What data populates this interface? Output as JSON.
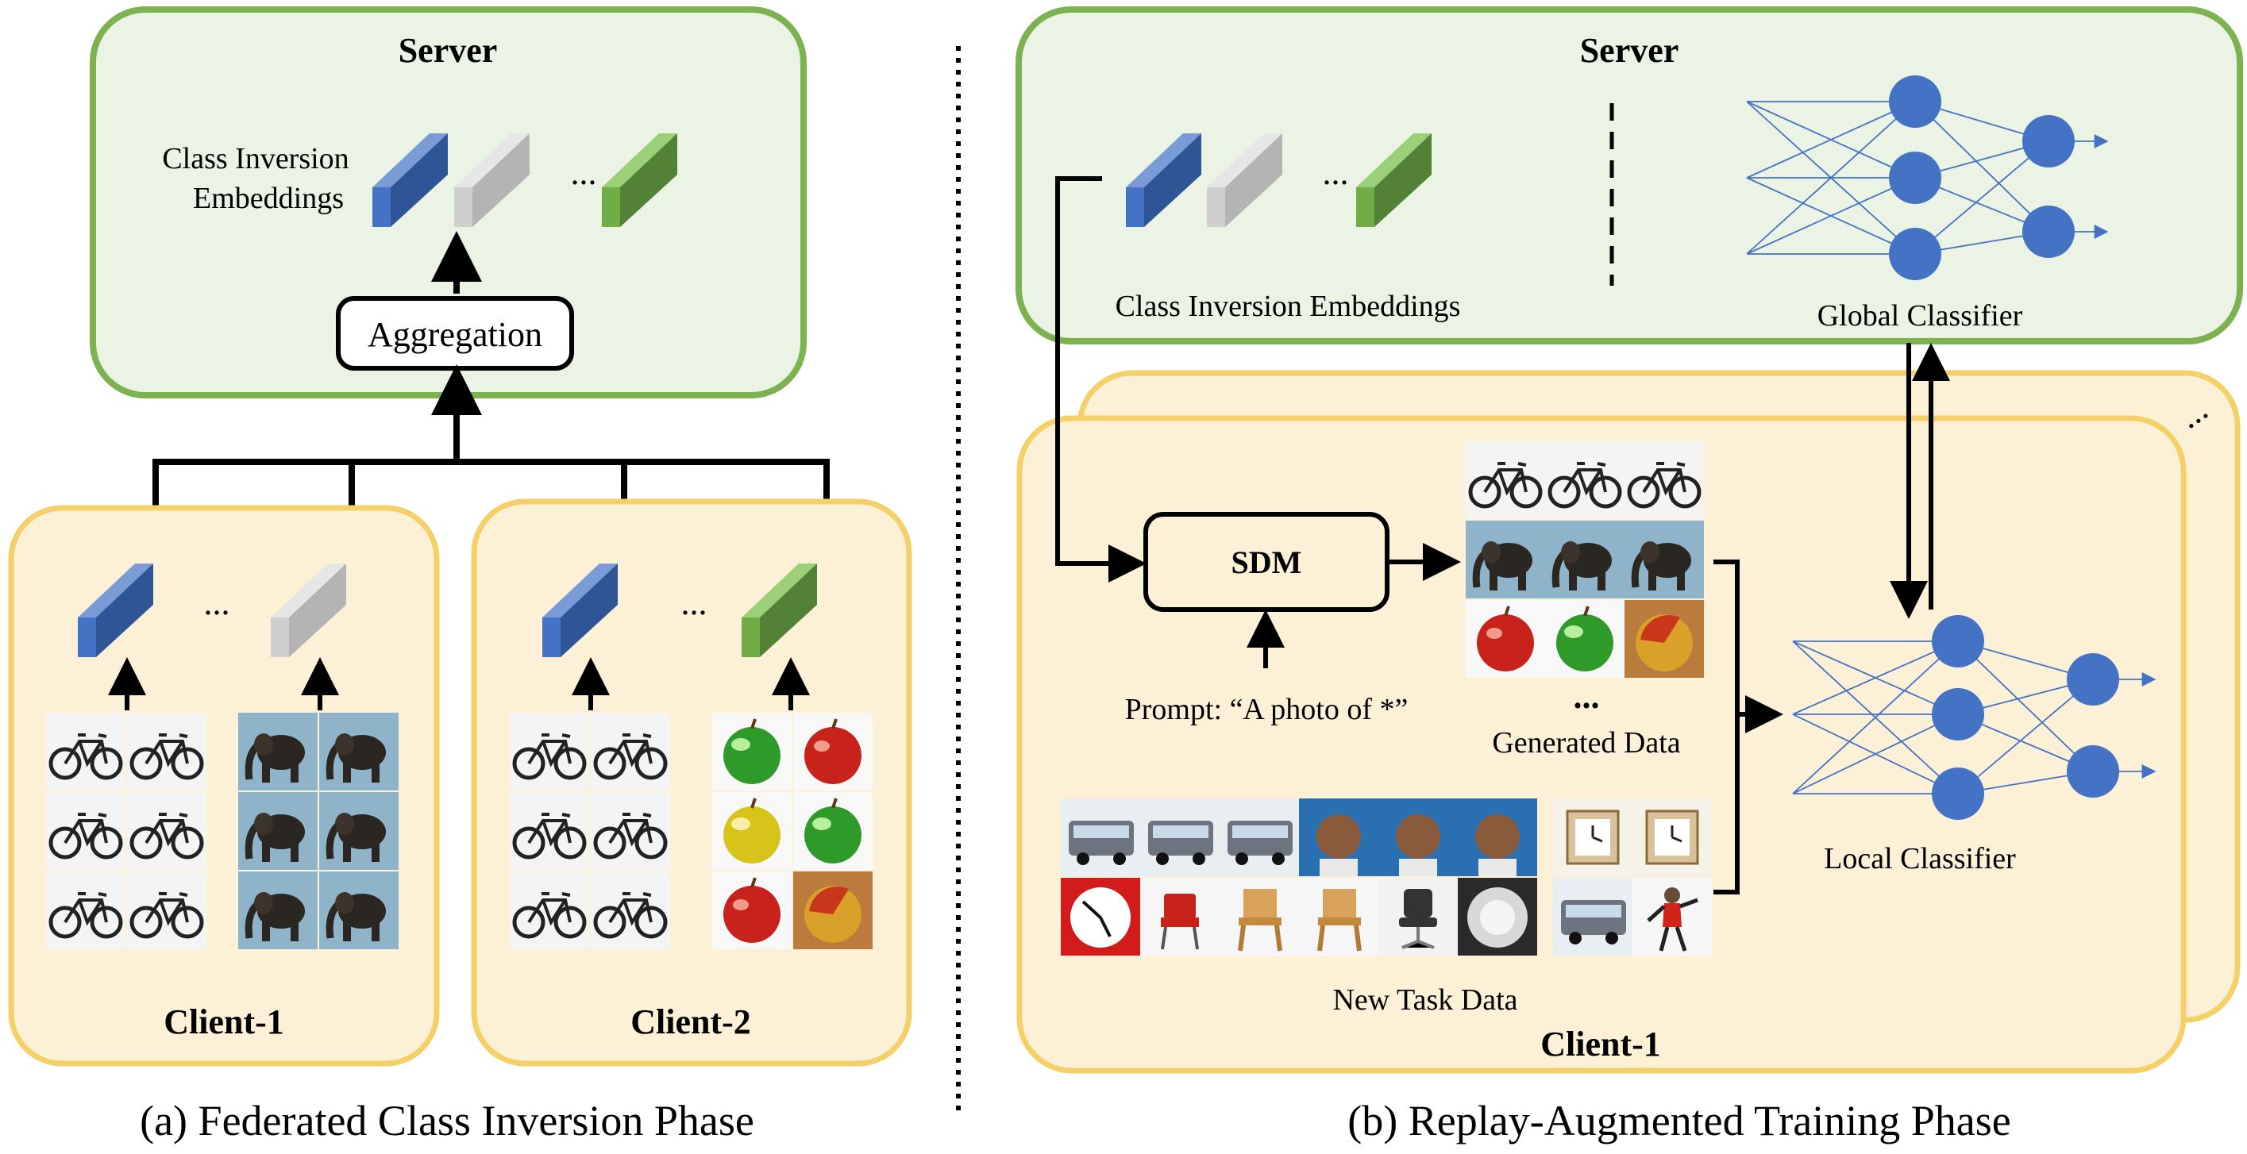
{
  "panel_a": {
    "server_title": "Server",
    "embeddings_label_line1": "Class Inversion",
    "embeddings_label_line2": "Embeddings",
    "ellipsis": "...",
    "aggregation": "Aggregation",
    "client1": "Client-1",
    "client2": "Client-2",
    "caption": "(a) Federated Class Inversion Phase"
  },
  "panel_b": {
    "server_title": "Server",
    "embeddings_label": "Class Inversion Embeddings",
    "global_classifier": "Global Classifier",
    "ellipsis": "...",
    "sdm": "SDM",
    "prompt": "Prompt: “A photo of *”",
    "generated_data": "Generated Data",
    "new_task_data": "New Task Data",
    "local_classifier": "Local Classifier",
    "client1": "Client-1",
    "caption": "(b) Replay-Augmented Training Phase"
  },
  "colors": {
    "server_fill": "#ebf3e4",
    "server_stroke": "#7cb24f",
    "client_fill": "#fcf1d6",
    "client_stroke": "#f5d068",
    "embed_blue": "#4472c4",
    "embed_gray": "#c9c9c9",
    "embed_green": "#70ad47",
    "neuron": "#4472c4"
  }
}
